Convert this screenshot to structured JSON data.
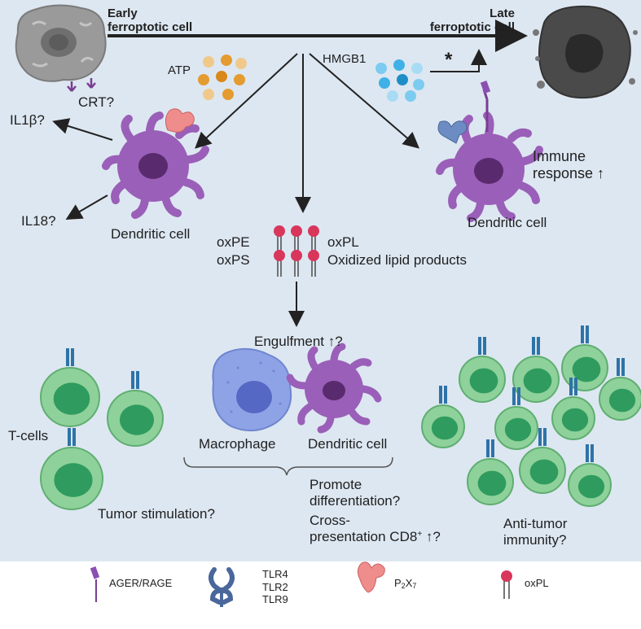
{
  "labels": {
    "early": "Early\nferroptotic cell",
    "late": "Late\nferroptotic cell",
    "atp": "ATP",
    "hmgb1": "HMGB1",
    "star": "*",
    "crt": "CRT?",
    "il1b": "IL1β?",
    "il18": "IL18?",
    "dc_left": "Dendritic cell",
    "dc_right": "Dendritic cell",
    "immune": "Immune\nresponse ↑",
    "oxpe": "oxPE",
    "oxps": "oxPS",
    "oxpl": "oxPL",
    "oxidized": "Oxidized lipid products",
    "engulfment": "Engulfment ↑?",
    "tcells": "T-cells",
    "tumor_stim": "Tumor stimulation?",
    "macrophage": "Macrophage",
    "dc_bottom": "Dendritic cell",
    "promote": "Promote\ndifferentiation?",
    "cross_a": "Cross-\npresentation CD8",
    "cross_sup": "+",
    "cross_b": " ↑?",
    "antitumor": "Anti-tumor\nimmunity?"
  },
  "legend": {
    "ager": "AGER/RAGE",
    "tlr": "TLR4\nTLR2\nTLR9",
    "p2x7_base": "P",
    "p2x7_sub1": "2",
    "p2x7_mid": "X",
    "p2x7_sub2": "7",
    "oxpl": "oxPL"
  },
  "colors": {
    "panel_bg": "#dde7f1",
    "dc_purple": "#9a5fb8",
    "dc_nucleus": "#5a2a6e",
    "tcell_green": "#8fd19a",
    "tcell_nucleus": "#2f9b5f",
    "receptor_blue": "#2e73a8",
    "macrophage_blue": "#8ea3e6",
    "atp_orange": "#e49b2f",
    "hmgb1_blue": "#3fb1e6",
    "oxpl_red": "#d9365c",
    "p2x7_pink": "#ef8d8d",
    "tlr_blue": "#6d8cc4"
  }
}
